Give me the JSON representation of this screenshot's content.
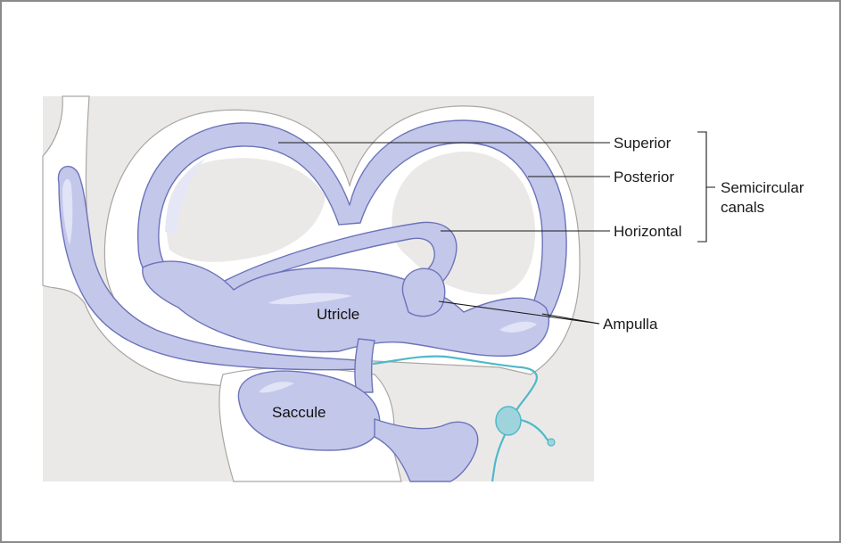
{
  "figure": {
    "colors": {
      "bone": "#ebe9e7",
      "membranous_labyrinth": "#c3c7ea",
      "membranous_outline": "#6c74b9",
      "nerve": "#4fb9c8",
      "frame": "#8a8a8a"
    },
    "labels": {
      "superior": "Superior",
      "posterior": "Posterior",
      "horizontal": "Horizontal",
      "semicircular_line1": "Semicircular",
      "semicircular_line2": "canals",
      "ampulla": "Ampulla",
      "utricle": "Utricle",
      "saccule": "Saccule"
    }
  }
}
